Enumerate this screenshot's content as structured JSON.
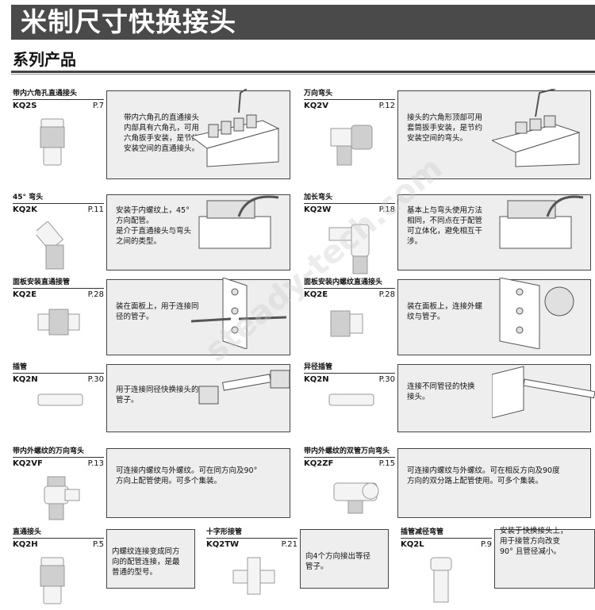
{
  "header": {
    "title": "米制尺寸快换接头",
    "subtitle": "系列产品"
  },
  "watermark": "steady-tech.com",
  "products": [
    {
      "name": "带内六角孔直通接头",
      "code": "KQ2S",
      "page": "P.7",
      "desc": "带内六角孔的直通接头\n内部具有六角孔，可用\n六角扳手安装，是节约\n安装空间的直通接头。"
    },
    {
      "name": "万向弯头",
      "code": "KQ2V",
      "page": "P.12",
      "desc": "接头的六角形顶部可用\n套筒扳手安装，是节约\n安装空间的弯头。"
    },
    {
      "name": "45° 弯头",
      "code": "KQ2K",
      "page": "P.11",
      "desc": "安装于内螺纹上，45°\n方向配管。\n是介于直通接头与弯头\n之间的类型。"
    },
    {
      "name": "加长弯头",
      "code": "KQ2W",
      "page": "P.18",
      "desc": "基本上与弯头使用方法\n相同，不同点在于配管\n可立体化，避免相互干\n涉。"
    },
    {
      "name": "面板安装直通接管",
      "code": "KQ2E",
      "page": "P.28",
      "desc": "装在面板上，用于连接同\n径的管子。"
    },
    {
      "name": "面板安装内螺纹直通接头",
      "code": "KQ2E",
      "page": "P.28",
      "desc": "装在面板上，连接外螺\n纹与管子。"
    },
    {
      "name": "插管",
      "code": "KQ2N",
      "page": "P.30",
      "desc": "用于连接同径快换接头的\n管子。"
    },
    {
      "name": "异径插管",
      "code": "KQ2N",
      "page": "P.30",
      "desc": "连接不同管径的快换\n接头。"
    },
    {
      "name": "带内外螺纹的万向弯头",
      "code": "KQ2VF",
      "page": "P.13",
      "desc": "可连接内螺纹与外螺纹。可在同方向及90°\n方向上配管使用。可多个集装。"
    },
    {
      "name": "带内外螺纹的双管万向弯头",
      "code": "KQ2ZF",
      "page": "P.15",
      "desc": "可连接内螺纹与外螺纹。可在相反方向及90度\n方向的双分路上配管使用。可多个集装。"
    },
    {
      "name": "直通接头",
      "code": "KQ2H",
      "page": "P.5",
      "desc": "内螺纹连接变成同方\n向的配管连接，是最\n普通的型号。"
    },
    {
      "name": "十字形接管",
      "code": "KQ2TW",
      "page": "P.21",
      "desc": "向4个方向接出等径\n管子。"
    },
    {
      "name": "插管减径弯管",
      "code": "KQ2L",
      "page": "P.9",
      "desc": "安装于快换接头上，\n用于接管方向改变\n90° 且管径减小。"
    }
  ]
}
